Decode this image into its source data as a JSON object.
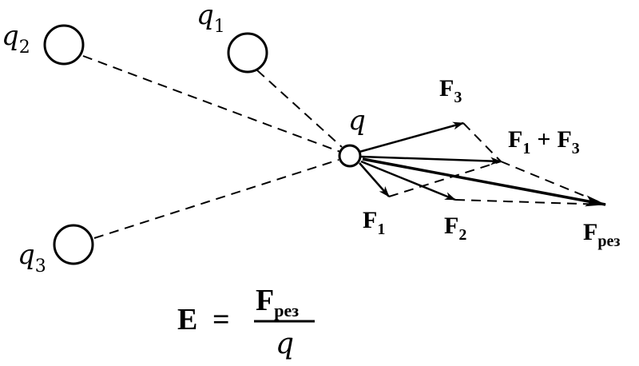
{
  "charges": {
    "q": "q",
    "q1": {
      "base": "q",
      "sub": "1"
    },
    "q2": {
      "base": "q",
      "sub": "2"
    },
    "q3": {
      "base": "q",
      "sub": "3"
    }
  },
  "forces": {
    "F1": {
      "base": "F",
      "sub": "1"
    },
    "F2": {
      "base": "F",
      "sub": "2"
    },
    "F3": {
      "base": "F",
      "sub": "3"
    },
    "F1_plus_F3": {
      "a": "F",
      "a_sub": "1",
      "op": "+",
      "b": "F",
      "b_sub": "3"
    },
    "Fres": {
      "base": "F",
      "sub": "рез"
    }
  },
  "formula": {
    "lhs": "E",
    "eq": "=",
    "num": "F",
    "num_sub": "рез",
    "den": "q"
  }
}
